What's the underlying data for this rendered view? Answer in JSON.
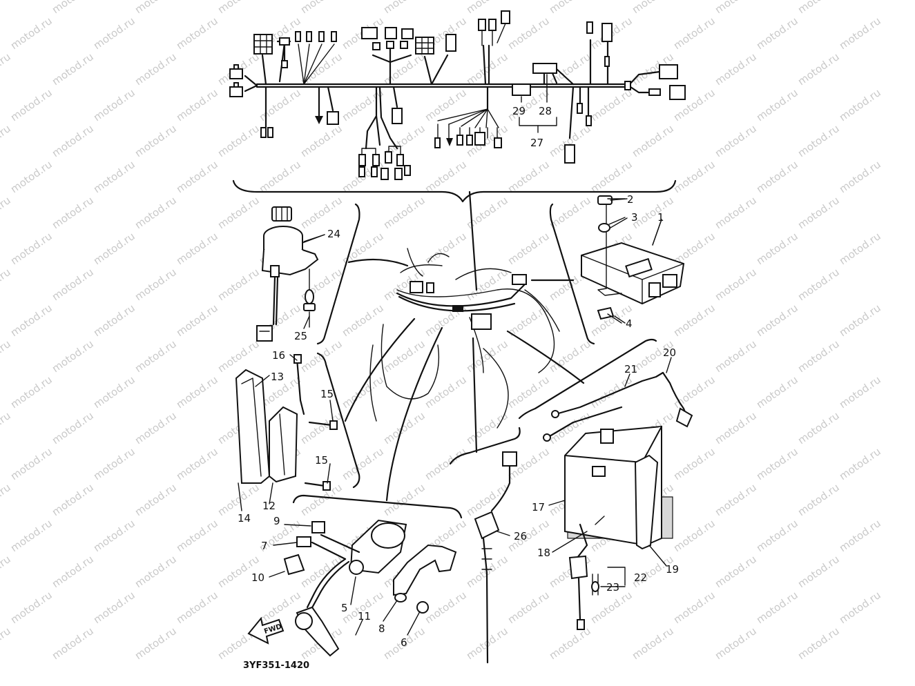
{
  "diagram": {
    "code": "3YF351-1420",
    "watermark": "motod.ru",
    "forward_mark": "FWD",
    "callouts": {
      "c1": "1",
      "c2": "2",
      "c3": "3",
      "c4": "4",
      "c5": "5",
      "c6": "6",
      "c7": "7",
      "c8": "8",
      "c9": "9",
      "c10": "10",
      "c11": "11",
      "c12": "12",
      "c13": "13",
      "c14": "14",
      "c15a": "15",
      "c15b": "15",
      "c16": "16",
      "c17": "17",
      "c18": "18",
      "c19": "19",
      "c20": "20",
      "c21": "21",
      "c22": "22",
      "c23": "23",
      "c24": "24",
      "c25": "25",
      "c26": "26",
      "c27": "27",
      "c28": "28",
      "c29": "29"
    }
  }
}
